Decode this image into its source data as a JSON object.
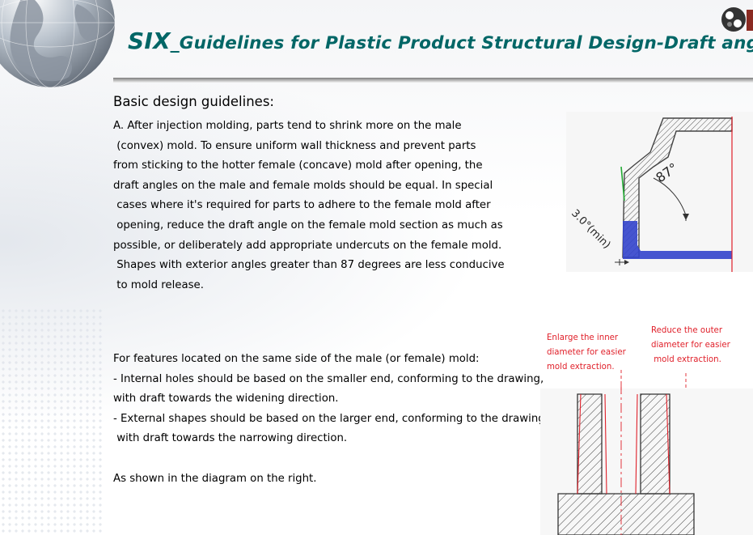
{
  "header": {
    "title_prefix": "SIX",
    "title_rest": "_Guidelines for Plastic Product Structural Design-Draft angle"
  },
  "section": {
    "heading": "Basic design guidelines:"
  },
  "paragraph_a": {
    "lines": [
      "A. After injection molding, parts tend to shrink more on the male",
      " (convex) mold. To ensure uniform wall thickness and prevent parts",
      "from sticking to the hotter female (concave) mold after opening, the",
      "draft angles on the male and female molds should be equal. In special",
      " cases where it's required for parts to adhere to the female mold after",
      " opening, reduce the draft angle on the female mold section as much as",
      "possible, or deliberately add appropriate undercuts on the female mold.",
      " Shapes with exterior angles greater than 87 degrees are less conducive",
      " to mold release."
    ]
  },
  "paragraph_b": {
    "lines": [
      "For features located on the same side of the male (or female) mold:",
      "- Internal holes should be based on the smaller end, conforming to the drawing,",
      "with draft towards the widening direction.",
      "- External shapes should be based on the larger end, conforming to the drawing,",
      " with draft towards the narrowing direction.",
      "",
      "As shown in the diagram on the right."
    ]
  },
  "diagram_1": {
    "angle_label": "87°",
    "thickness_label": "3.0°(min)"
  },
  "diagram_2": {
    "callout_inner": [
      "Enlarge the inner",
      "diameter for easier",
      "mold extraction."
    ],
    "callout_outer": [
      "Reduce the outer",
      "diameter for easier",
      " mold extraction."
    ]
  },
  "colors": {
    "title": "#006666",
    "callout": "#e0202a",
    "diagram_blue": "#3344cc"
  }
}
